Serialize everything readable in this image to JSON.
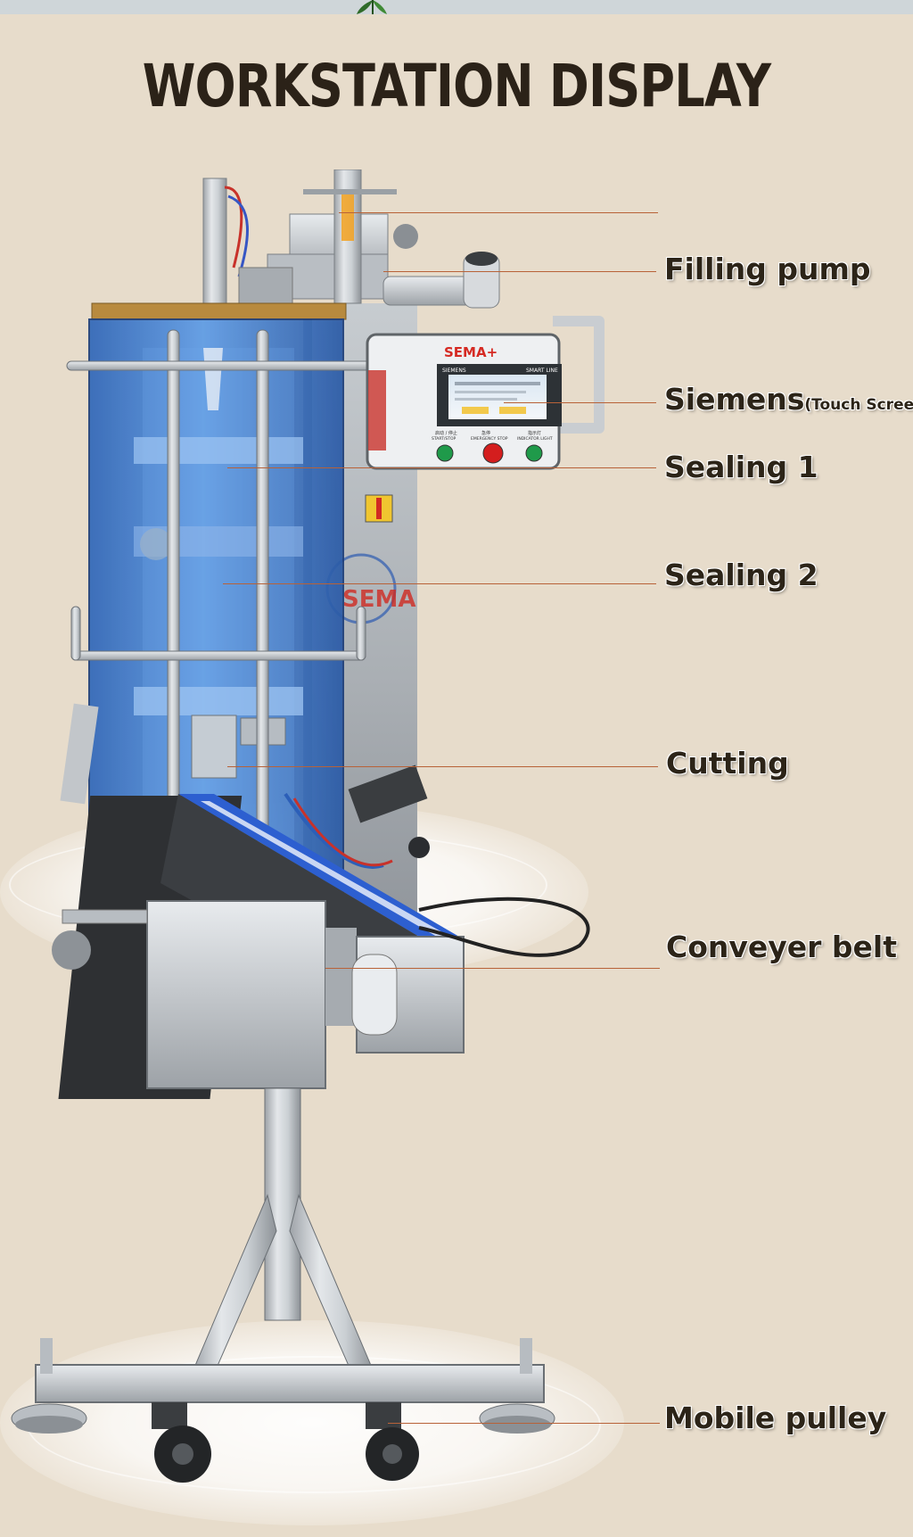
{
  "title": "WORKSTATION DISPLAY",
  "machine": {
    "brand": "SEMA",
    "brand_superscript": "+",
    "panel_brand": "SEMA+",
    "panel_header_left": "SIEMENS",
    "panel_header_right": "SMART LINE",
    "buttons": [
      {
        "label": "启动 / 停止",
        "sublabel": "START/STOP",
        "color": "#1f9a4a"
      },
      {
        "label": "急停",
        "sublabel": "EMERGENCY STOP",
        "color": "#d41e1e"
      },
      {
        "label": "指示灯",
        "sublabel": "INDICATOR LIGHT",
        "color": "#1f9a4a"
      }
    ]
  },
  "callouts": [
    {
      "label": "",
      "sub": ""
    },
    {
      "label": "Filling pump",
      "sub": ""
    },
    {
      "label": "Siemens",
      "sub": "(Touch Screen)"
    },
    {
      "label": "Sealing 1",
      "sub": ""
    },
    {
      "label": "Sealing 2",
      "sub": ""
    },
    {
      "label": "Cutting",
      "sub": ""
    },
    {
      "label": "Conveyer belt",
      "sub": ""
    },
    {
      "label": "Mobile pulley",
      "sub": ""
    }
  ],
  "colors": {
    "background": "#e7dccb",
    "title": "#2b2218",
    "callout_line": "#b86238",
    "label": "#2c2418",
    "acrylic_blue": "#3e7fd6",
    "belt_blue": "#2d5fd0",
    "steel": "#c9cdd1"
  }
}
